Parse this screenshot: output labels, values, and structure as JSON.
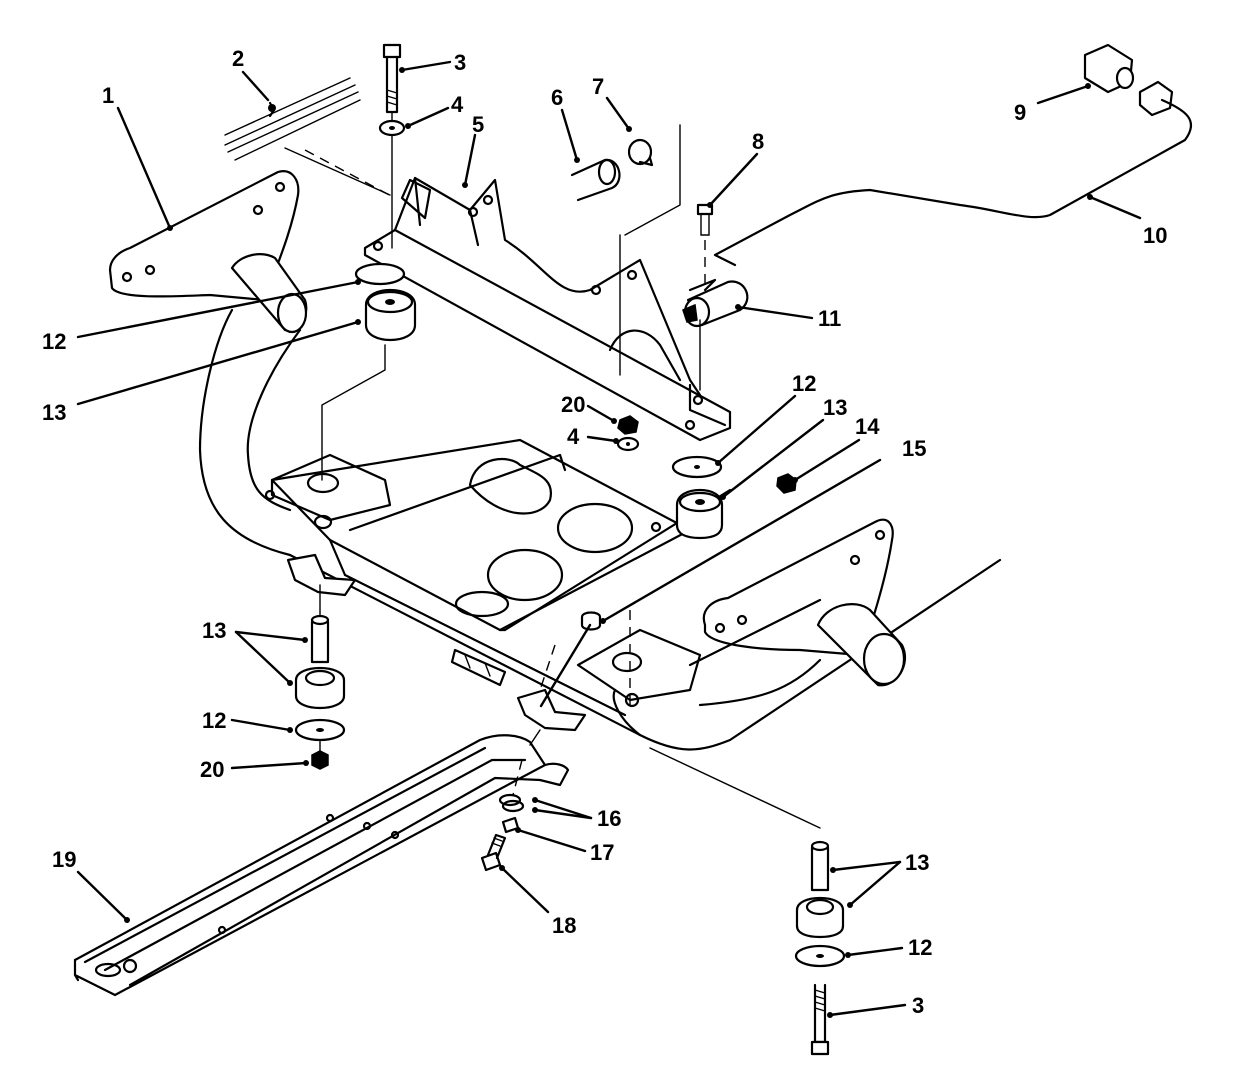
{
  "callouts": [
    {
      "id": "c1",
      "label": "1"
    },
    {
      "id": "c2",
      "label": "2"
    },
    {
      "id": "c3a",
      "label": "3"
    },
    {
      "id": "c4a",
      "label": "4"
    },
    {
      "id": "c5",
      "label": "5"
    },
    {
      "id": "c6",
      "label": "6"
    },
    {
      "id": "c7",
      "label": "7"
    },
    {
      "id": "c8",
      "label": "8"
    },
    {
      "id": "c9",
      "label": "9"
    },
    {
      "id": "c10",
      "label": "10"
    },
    {
      "id": "c11",
      "label": "11"
    },
    {
      "id": "c12a",
      "label": "12"
    },
    {
      "id": "c13a",
      "label": "13"
    },
    {
      "id": "c20a",
      "label": "20"
    },
    {
      "id": "c4b",
      "label": "4"
    },
    {
      "id": "c12b",
      "label": "12"
    },
    {
      "id": "c13b",
      "label": "13"
    },
    {
      "id": "c14",
      "label": "14"
    },
    {
      "id": "c15",
      "label": "15"
    },
    {
      "id": "c13c",
      "label": "13"
    },
    {
      "id": "c12c",
      "label": "12"
    },
    {
      "id": "c20b",
      "label": "20"
    },
    {
      "id": "c16",
      "label": "16"
    },
    {
      "id": "c17",
      "label": "17"
    },
    {
      "id": "c19",
      "label": "19"
    },
    {
      "id": "c18",
      "label": "18"
    },
    {
      "id": "c13d",
      "label": "13"
    },
    {
      "id": "c12d",
      "label": "12"
    },
    {
      "id": "c3b",
      "label": "3"
    }
  ]
}
